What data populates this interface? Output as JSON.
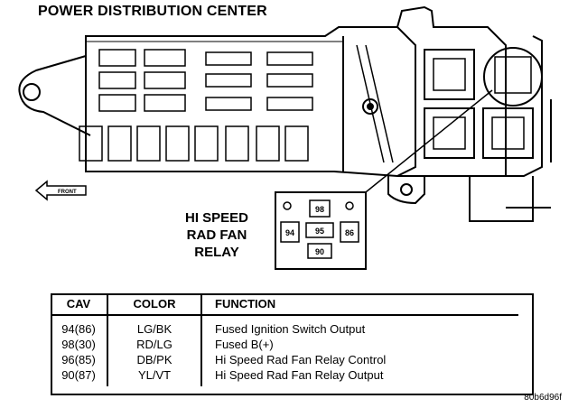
{
  "title": "POWER DISTRIBUTION CENTER",
  "relay_label": [
    "HI SPEED",
    "RAD FAN",
    "RELAY"
  ],
  "front_label": "FRONT",
  "relay_pins": {
    "top": "98",
    "left": "94",
    "center": "95",
    "right": "86",
    "bottom": "90"
  },
  "table": {
    "headers": [
      "CAV",
      "COLOR",
      "FUNCTION"
    ],
    "rows": [
      {
        "cav": "94(86)",
        "color": "LG/BK",
        "function": "Fused Ignition Switch Output"
      },
      {
        "cav": "98(30)",
        "color": "RD/LG",
        "function": "Fused B(+)"
      },
      {
        "cav": "96(85)",
        "color": "DB/PK",
        "function": "Hi Speed Rad Fan Relay Control"
      },
      {
        "cav": "90(87)",
        "color": "YL/VT",
        "function": "Hi Speed Rad Fan Relay Output"
      }
    ]
  },
  "figure_code": "80b6d96f"
}
